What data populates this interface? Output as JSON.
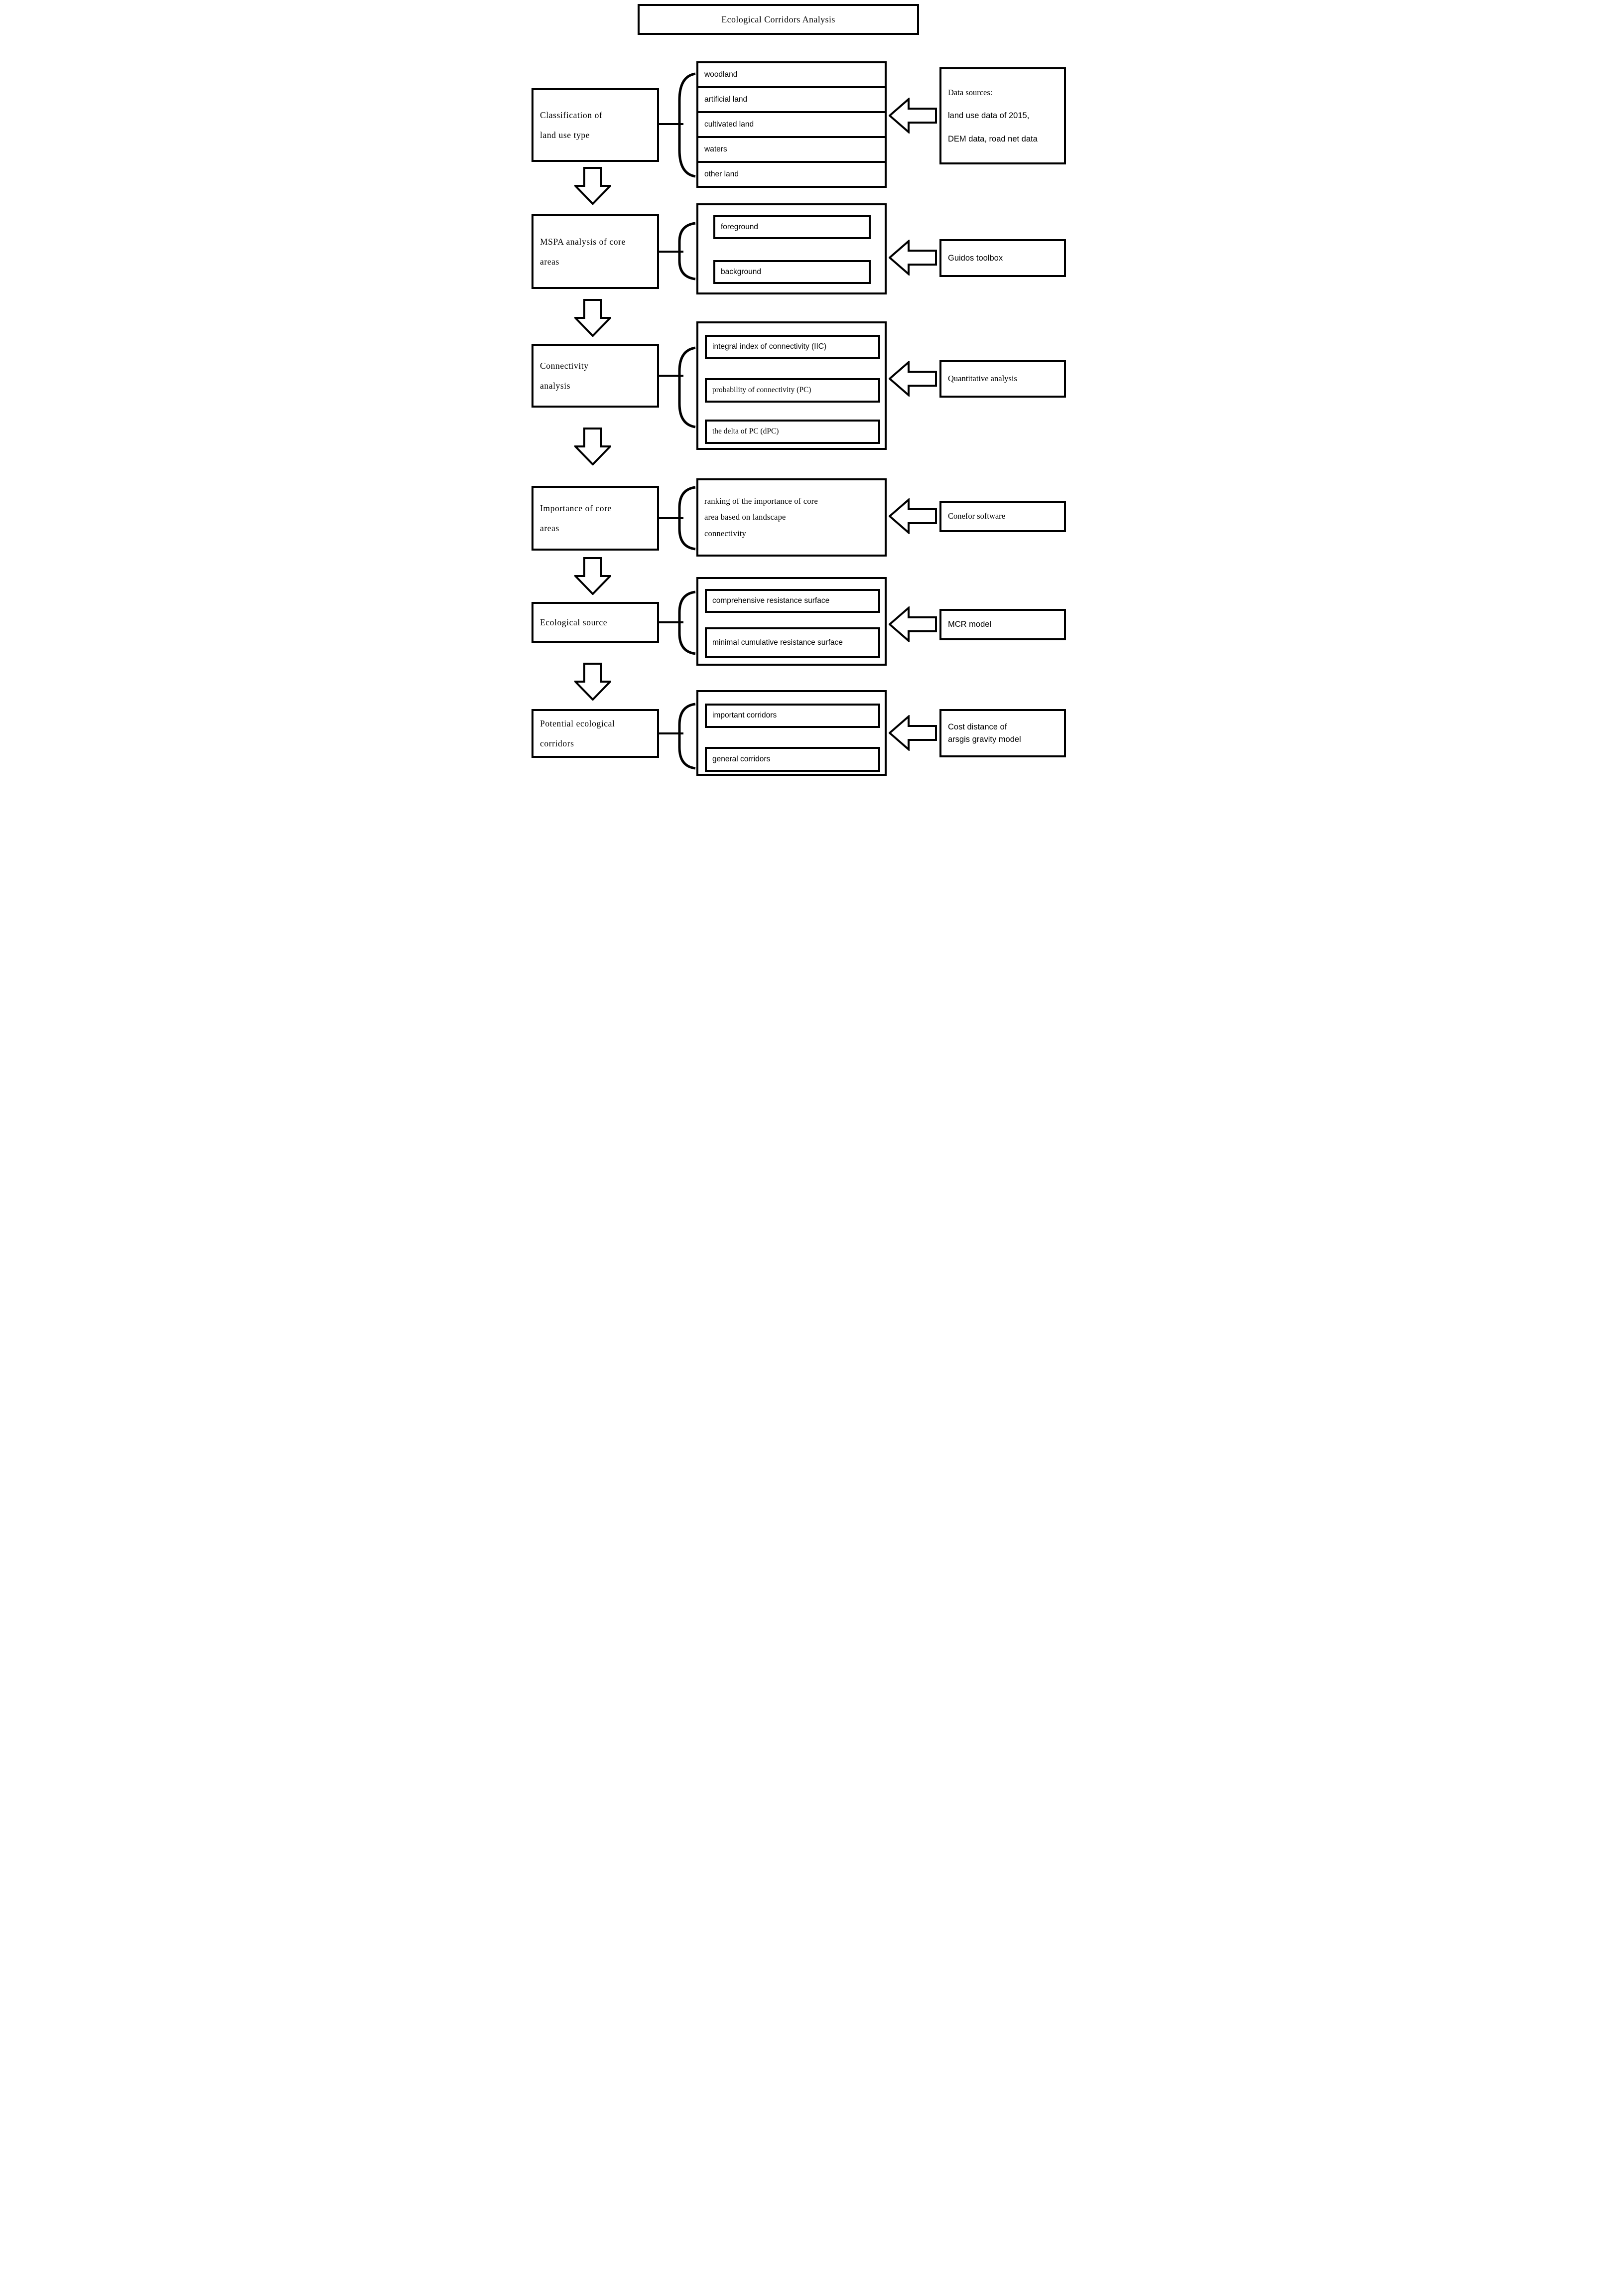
{
  "title": "Ecological Corridors Analysis",
  "colors": {
    "line": "#000000",
    "background": "#ffffff"
  },
  "icons": {
    "down_arrow": "block-arrow-down-outline",
    "left_arrow": "block-arrow-left-outline",
    "brace": "rounded-brace-connector"
  },
  "rows": [
    {
      "step": "Classification of\nland use type",
      "details": {
        "type": "stack",
        "items": [
          "woodland",
          "artificial land",
          "cultivated land",
          "waters",
          "other land"
        ]
      },
      "tool": {
        "lines": [
          "Data sources:",
          "land use data of 2015,",
          "DEM data, road net data"
        ]
      }
    },
    {
      "step": "MSPA analysis of core\nareas",
      "details": {
        "type": "container",
        "items": [
          "foreground",
          "background"
        ]
      },
      "tool": {
        "lines": [
          "Guidos toolbox"
        ]
      }
    },
    {
      "step": "Connectivity\nanalysis",
      "details": {
        "type": "container",
        "items": [
          "integral index of connectivity (IIC)",
          "probability of connectivity (PC)",
          "the delta of PC (dPC)"
        ]
      },
      "tool": {
        "lines": [
          "Quantitative analysis"
        ]
      }
    },
    {
      "step": "Importance of core\nareas",
      "details": {
        "type": "text",
        "text": "ranking of the importance of core\narea based on landscape\nconnectivity"
      },
      "tool": {
        "lines": [
          "Conefor software"
        ]
      }
    },
    {
      "step": "Ecological source",
      "details": {
        "type": "container",
        "items": [
          "comprehensive resistance surface",
          "minimal cumulative resistance surface"
        ]
      },
      "tool": {
        "lines": [
          "MCR model"
        ]
      }
    },
    {
      "step": "Potential ecological\ncorridors",
      "details": {
        "type": "container",
        "items": [
          "important corridors",
          "general corridors"
        ]
      },
      "tool": {
        "lines": [
          "Cost distance of\narsgis gravity model"
        ]
      }
    }
  ]
}
